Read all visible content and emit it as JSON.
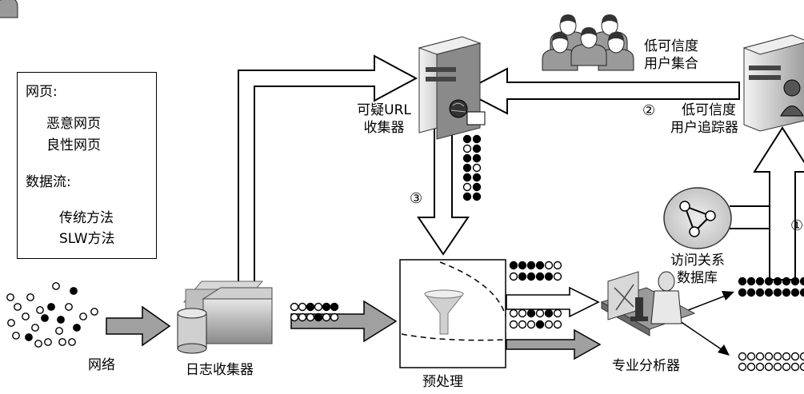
{
  "legend": {
    "web_title": "网页:",
    "malicious": "恶意网页",
    "benign": "良性网页",
    "flow_title": "数据流:",
    "traditional": "传统方法",
    "slw": "SLW方法"
  },
  "nodes": {
    "network": "网络",
    "log_collector": "日志收集器",
    "suspicious_url_line1": "可疑URL",
    "suspicious_url_line2": "收集器",
    "preprocess": "预处理",
    "analyzer": "专业分析器",
    "low_cred_set_line1": "低可信度",
    "low_cred_set_line2": "用户集合",
    "low_cred_tracker_line1": "低可信度",
    "low_cred_tracker_line2": "用户追踪器",
    "access_db_line1": "访问关系",
    "access_db_line2": "数据库"
  },
  "steps": {
    "s1": "①",
    "s2": "②",
    "s3": "③"
  },
  "colors": {
    "traditional_arrow": "#ffffff",
    "slw_arrow": "#a0a0a0",
    "malicious_dot": "#000000",
    "benign_dot": "#ffffff"
  }
}
